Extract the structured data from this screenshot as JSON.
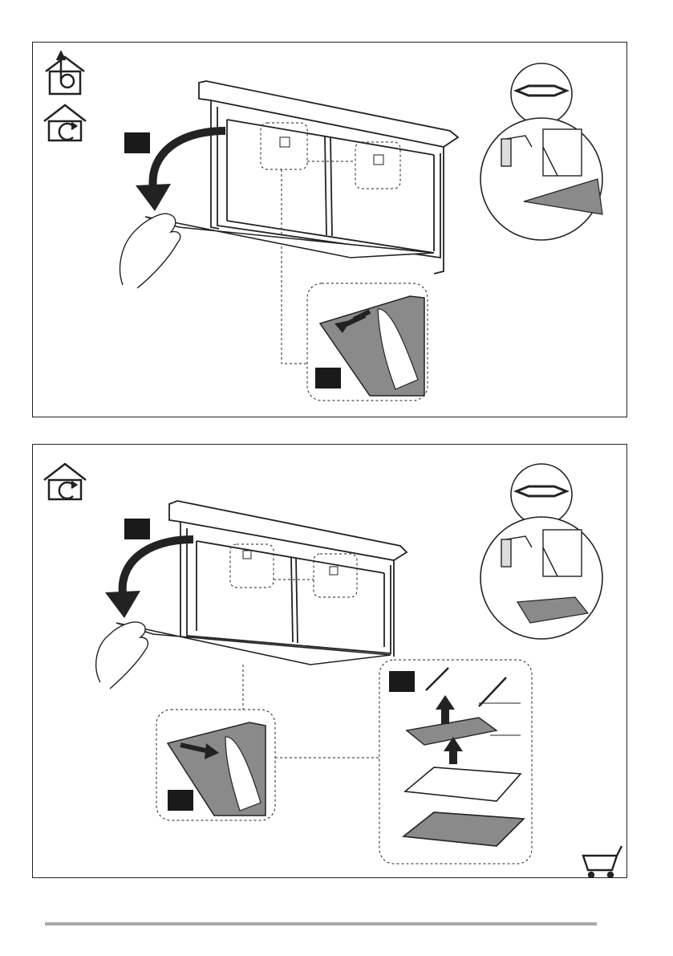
{
  "panels": [
    {
      "id": "ducted-and-recirculation",
      "mode_icons": [
        "ducted-mode-icon",
        "recirculation-mode-icon"
      ],
      "maintenance_icons": [
        "wrench-icon",
        "faucet-icon",
        "dishwasher-icon"
      ],
      "step_markers": 2
    },
    {
      "id": "recirculation-only",
      "mode_icons": [
        "recirculation-mode-icon"
      ],
      "maintenance_icons": [
        "wrench-icon",
        "faucet-icon",
        "dishwasher-icon"
      ],
      "step_markers": 3,
      "extra_icons": [
        "shopping-cart-icon"
      ]
    }
  ],
  "colors": {
    "line": "#222222",
    "filter_fill": "#8a8a8a",
    "marker": "#1a1a1a",
    "footer_bar": "#a8a8a8"
  }
}
